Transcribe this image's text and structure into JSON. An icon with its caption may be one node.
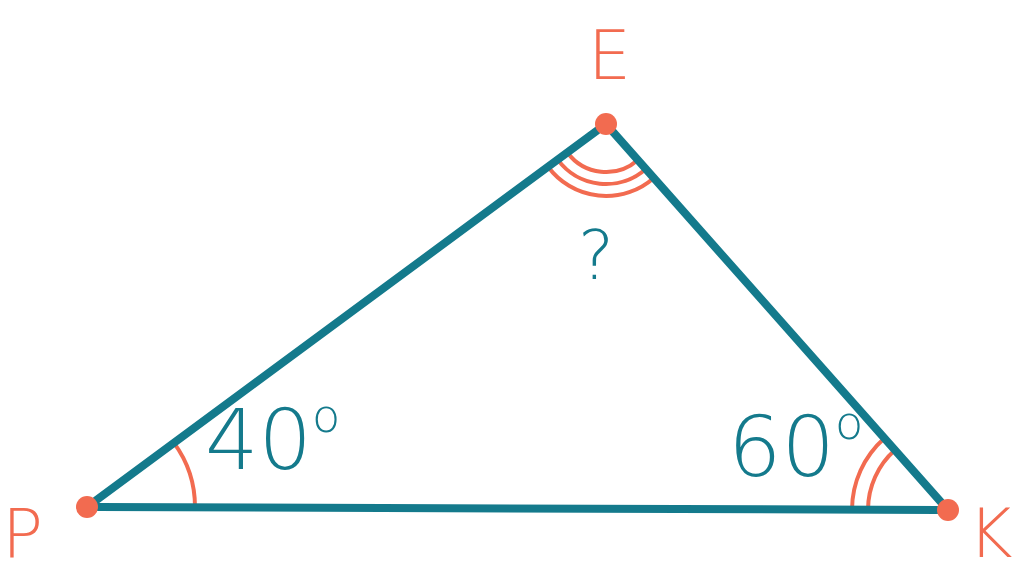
{
  "diagram": {
    "nodes": [
      {
        "text": [],
        "shape": "circle"
      },
      {
        "text": [],
        "shape": "circle"
      },
      {
        "text": [],
        "shape": "circle"
      }
    ],
    "edges": [
      {
        "from": 0,
        "to": 1,
        "arrow": "none"
      },
      {
        "from": 1,
        "to": 2,
        "arrow": "none"
      },
      {
        "from": 0,
        "to": 2,
        "arrow": "none"
      }
    ],
    "labels": [
      "E",
      "?",
      "40$^{o}$",
      "60$^{o}$",
      "P",
      "K"
    ]
  }
}
